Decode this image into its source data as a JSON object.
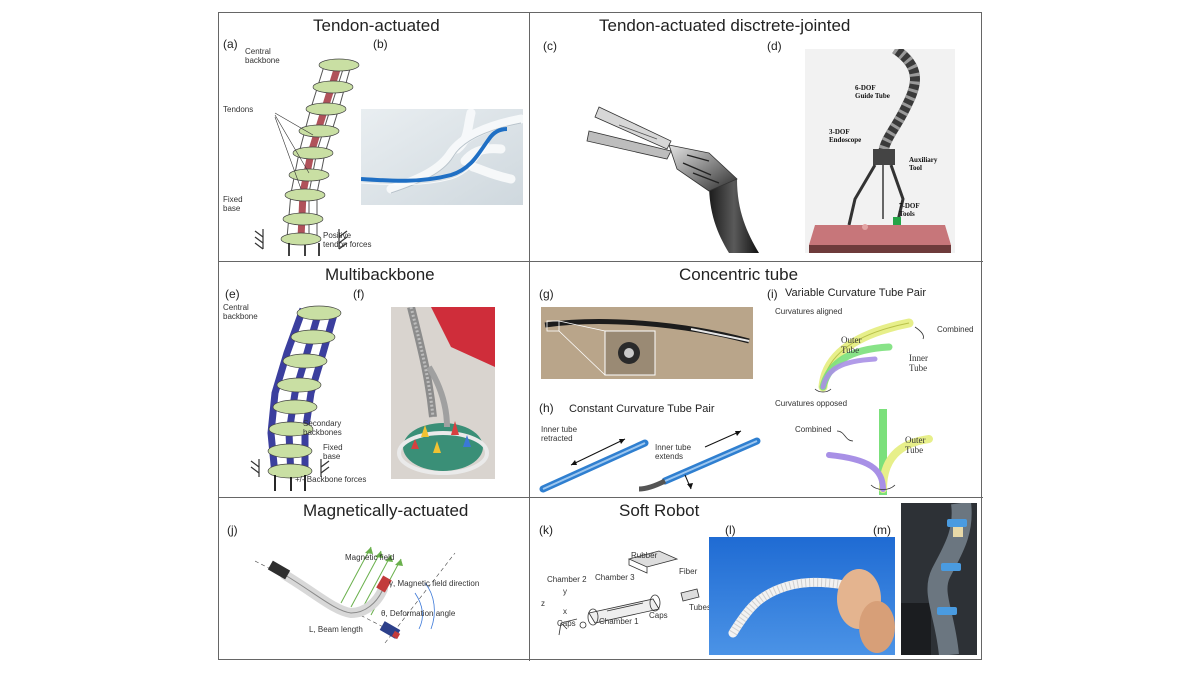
{
  "sections": {
    "tendon": {
      "title": "Tendon-actuated"
    },
    "discrete": {
      "title": "Tendon-actuated disctrete-jointed"
    },
    "multibackbone": {
      "title": "Multibackbone"
    },
    "concentric": {
      "title": "Concentric tube"
    },
    "magnetic": {
      "title": "Magnetically-actuated"
    },
    "soft": {
      "title": "Soft Robot"
    }
  },
  "panels": {
    "a": "(a)",
    "b": "(b)",
    "c": "(c)",
    "d": "(d)",
    "e": "(e)",
    "f": "(f)",
    "g": "(g)",
    "h": "(h)",
    "i": "(i)",
    "j": "(j)",
    "k": "(k)",
    "l": "(l)",
    "m": "(m)"
  },
  "panel_a": {
    "central_backbone": "Central\nbackbone",
    "tendons": "Tendons",
    "fixed_base": "Fixed\nbase",
    "positive_forces": "Positive\ntendon forces"
  },
  "panel_d": {
    "guide_tube": "6-DOF\nGuide Tube",
    "endoscope": "3-DOF\nEndoscope",
    "aux_tool": "Auxiliary\nTool",
    "tools": "7-DOF\nTools"
  },
  "panel_e": {
    "central_backbone": "Central\nbackbone",
    "secondary": "Secondary\nbackbones",
    "fixed_base": "Fixed\nbase",
    "forces": "+/- Backbone forces"
  },
  "panel_h": {
    "subtitle": "Constant Curvature Tube Pair",
    "retracted": "Inner tube\nretracted",
    "extends": "Inner tube\nextends"
  },
  "panel_i": {
    "subtitle": "Variable Curvature Tube Pair",
    "aligned": "Curvatures aligned",
    "outer": "Outer\nTube",
    "combined": "Combined",
    "inner": "Inner\nTube",
    "opposed": "Curvatures opposed",
    "combined2": "Combined",
    "outer2": "Outer\nTube"
  },
  "panel_j": {
    "field": "Magnetic field",
    "gamma": "γ, Magnetic field direction",
    "theta": "θ, Deformation angle",
    "length": "L, Beam length"
  },
  "panel_k": {
    "rubber": "Rubber",
    "fiber": "Fiber",
    "chamber2": "Chamber 2",
    "chamber3": "Chamber 3",
    "tubes": "Tubes",
    "caps1": "Caps",
    "chamber1": "Chamber 1",
    "caps2": "Caps",
    "axis_z": "z",
    "axis_y": "y",
    "axis_x": "x"
  },
  "colors": {
    "disk_green": "#c9dfa3",
    "rod_red": "#b0525a",
    "rod_blue": "#3b3f9e",
    "tube_blue": "#2f7fd0",
    "tube_yellow": "#e7ef8a",
    "tube_green": "#7be07b",
    "tube_purple": "#a890e6"
  }
}
